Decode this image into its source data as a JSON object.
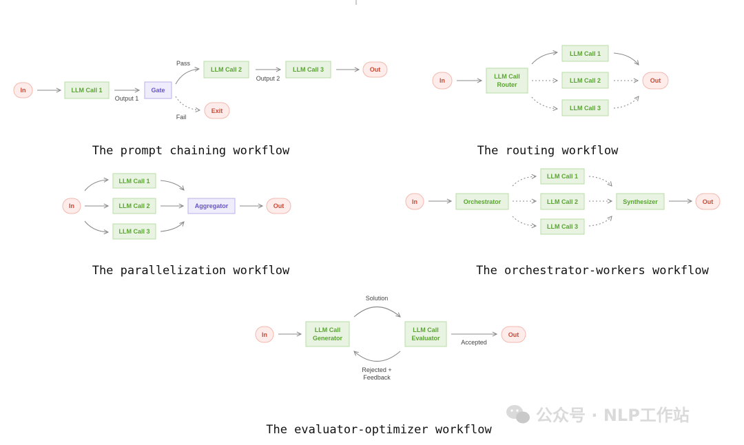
{
  "captions": {
    "prompt_chaining": "The prompt chaining workflow",
    "routing": "The routing workflow",
    "parallelization": "The parallelization workflow",
    "orchestrator_workers": "The orchestrator-workers workflow",
    "evaluator_optimizer": "The evaluator-optimizer workflow"
  },
  "prompt_chaining": {
    "in": "In",
    "llm_call_1": "LLM Call 1",
    "output_1": "Output 1",
    "gate": "Gate",
    "pass": "Pass",
    "fail": "Fail",
    "llm_call_2": "LLM Call 2",
    "output_2": "Output 2",
    "llm_call_3": "LLM Call 3",
    "out": "Out",
    "exit": "Exit"
  },
  "routing": {
    "in": "In",
    "router_line1": "LLM Call",
    "router_line2": "Router",
    "llm_call_1": "LLM Call 1",
    "llm_call_2": "LLM Call 2",
    "llm_call_3": "LLM Call 3",
    "out": "Out"
  },
  "parallelization": {
    "in": "In",
    "llm_call_1": "LLM Call 1",
    "llm_call_2": "LLM Call 2",
    "llm_call_3": "LLM Call 3",
    "aggregator": "Aggregator",
    "out": "Out"
  },
  "orchestrator_workers": {
    "in": "In",
    "orchestrator": "Orchestrator",
    "llm_call_1": "LLM Call 1",
    "llm_call_2": "LLM Call 2",
    "llm_call_3": "LLM Call 3",
    "synthesizer": "Synthesizer",
    "out": "Out"
  },
  "evaluator_optimizer": {
    "in": "In",
    "generator_line1": "LLM Call",
    "generator_line2": "Generator",
    "evaluator_line1": "LLM Call",
    "evaluator_line2": "Evaluator",
    "solution": "Solution",
    "rejected_line1": "Rejected +",
    "rejected_line2": "Feedback",
    "accepted": "Accepted",
    "out": "Out"
  },
  "watermark": {
    "text": "公众号 · NLP工作站",
    "icon": "wechat-icon"
  },
  "colors": {
    "io_fill": "#fdecea",
    "io_text": "#c94a36",
    "llm_fill": "#e8f4e1",
    "llm_text": "#5aa332",
    "special_fill": "#efedfb",
    "special_text": "#6655c4",
    "edge": "#8a8a8a"
  }
}
